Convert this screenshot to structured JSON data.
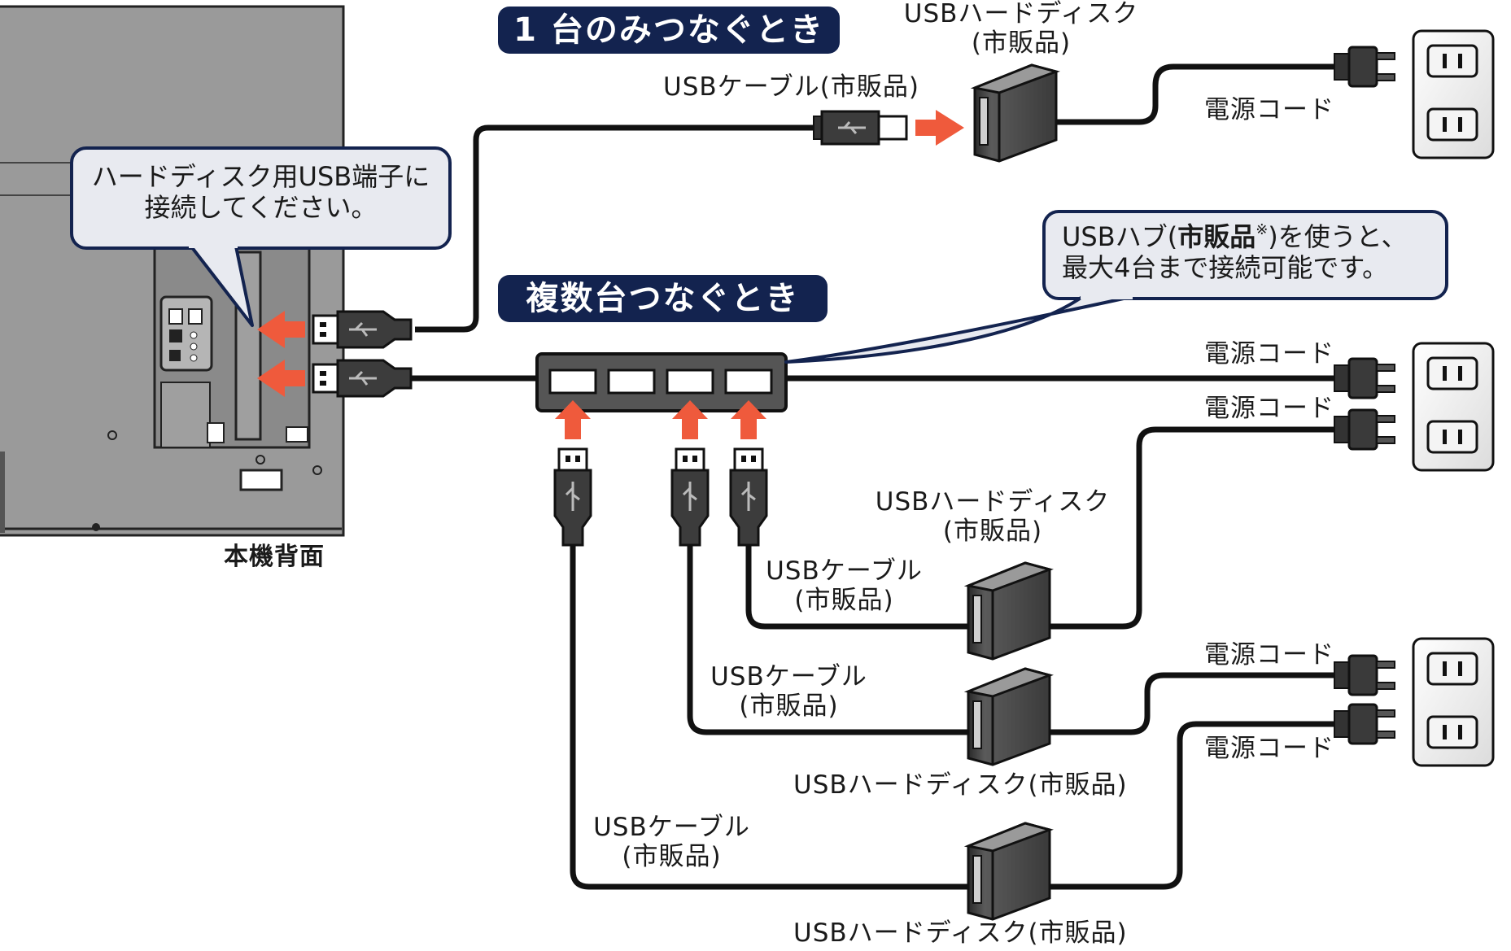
{
  "headings": {
    "single": "1 台のみつなぐとき",
    "multiple": "複数台つなぐとき"
  },
  "callouts": {
    "usb_terminal_line1": "ハードディスク用USB端子に",
    "usb_terminal_line2": "接続してください。",
    "hub_line1_pre": "USBハブ(",
    "hub_line1_bold": "市販品",
    "hub_line1_mark": "※",
    "hub_line1_post": ")を使うと、",
    "hub_line2": "最大4台まで接続可能です。"
  },
  "labels": {
    "tv_back": "本機背面",
    "top_hdd_line1": "USBハードディスク",
    "top_hdd_line2": "(市販品)",
    "top_cable": "USBケーブル(市販品)",
    "power_cord_top": "電源コード",
    "power_cord_hub": "電源コード",
    "power_cord_hdd1": "電源コード",
    "power_cord_hdd2": "電源コード",
    "power_cord_hdd3": "電源コード",
    "hdd1_line1": "USBハードディスク",
    "hdd1_line2": "(市販品)",
    "cable1_line1": "USBケーブル",
    "cable1_line2": "(市販品)",
    "cable2_line1": "USBケーブル",
    "cable2_line2": "(市販品)",
    "hdd2": "USBハードディスク(市販品)",
    "cable3_line1": "USBケーブル",
    "cable3_line2": "(市販品)",
    "hdd3": "USBハードディスク(市販品)"
  },
  "colors": {
    "heading_bg": "#13234f",
    "arrow": "#ef5a3c",
    "callout_fill": "#e8eaf0",
    "callout_border": "#13234f",
    "tv_body": "#9a9a9a"
  }
}
